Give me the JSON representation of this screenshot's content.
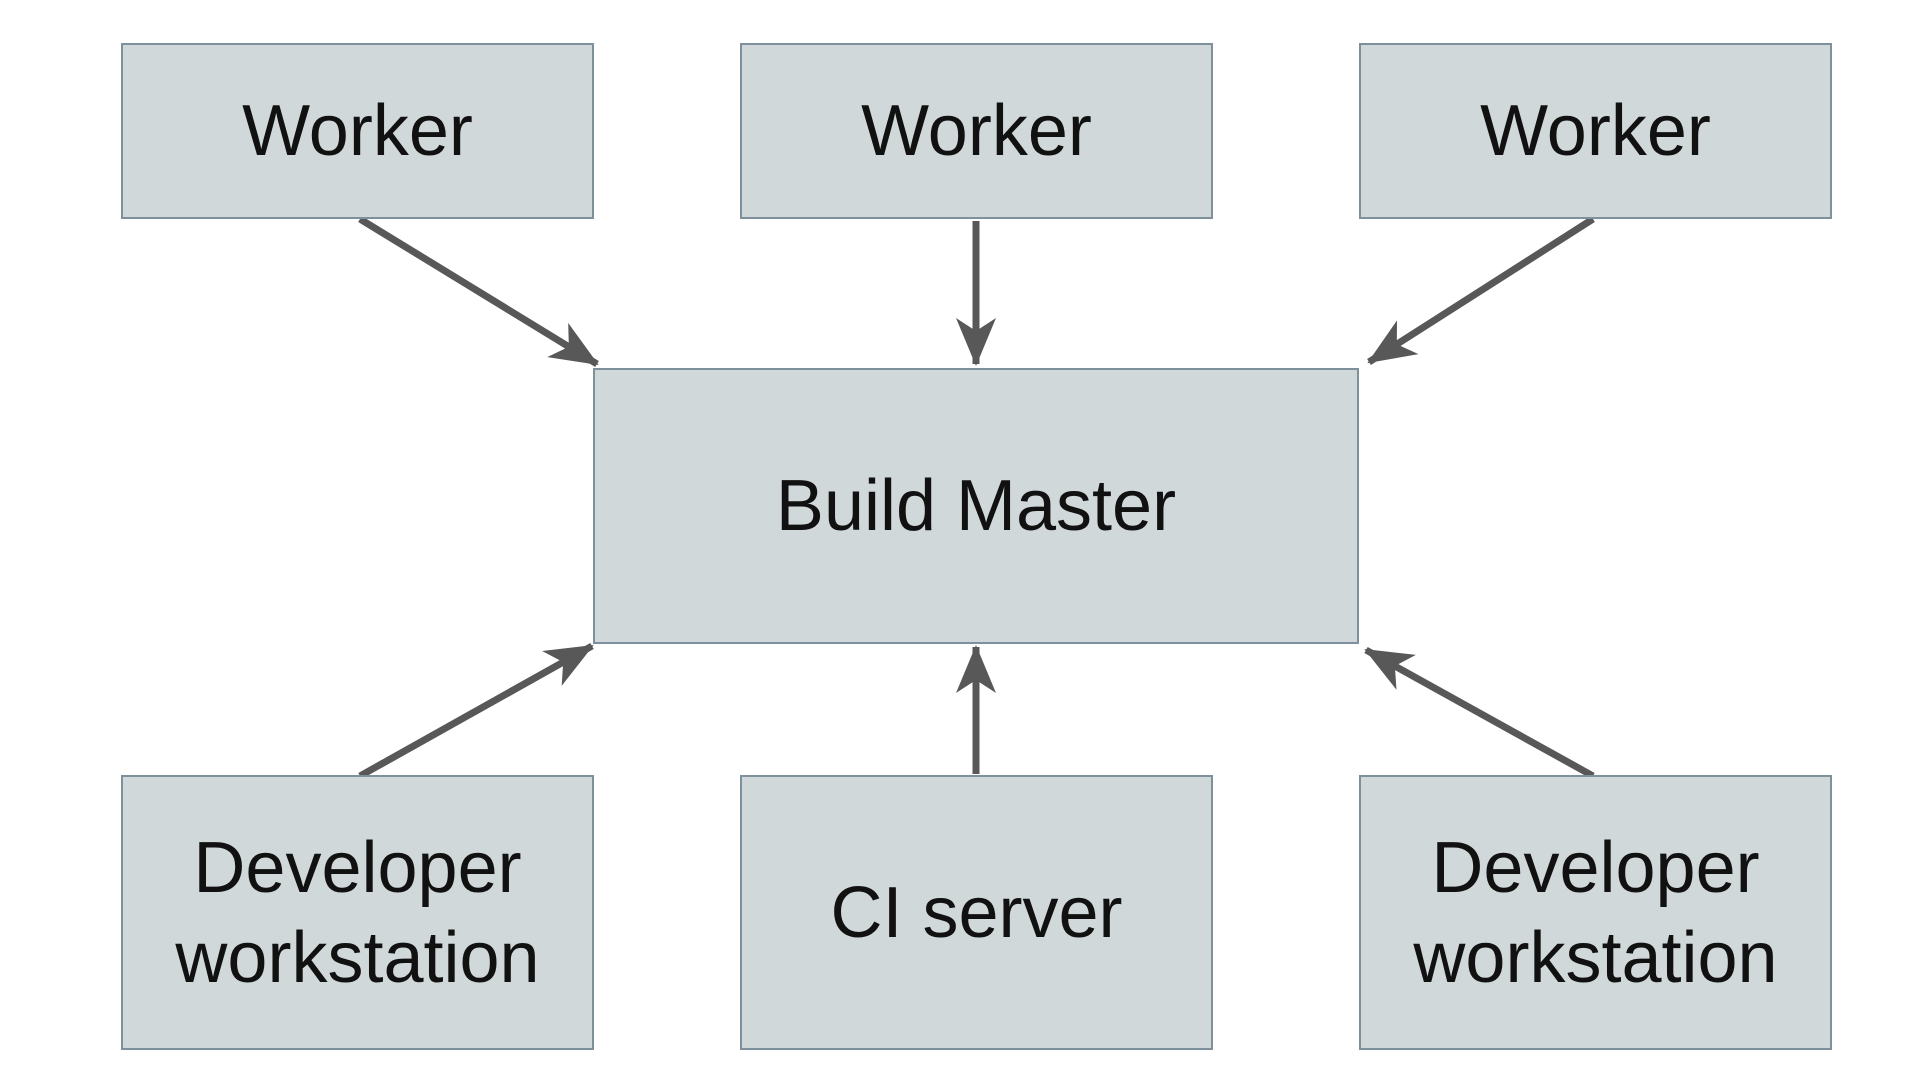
{
  "diagram": {
    "nodes": {
      "worker1": {
        "label": "Worker"
      },
      "worker2": {
        "label": "Worker"
      },
      "worker3": {
        "label": "Worker"
      },
      "build_master": {
        "label": "Build Master"
      },
      "dev_workstation1": {
        "label": "Developer workstation"
      },
      "ci_server": {
        "label": "CI server"
      },
      "dev_workstation2": {
        "label": "Developer workstation"
      }
    },
    "edges": [
      {
        "from": "worker1",
        "to": "build_master"
      },
      {
        "from": "worker2",
        "to": "build_master"
      },
      {
        "from": "worker3",
        "to": "build_master"
      },
      {
        "from": "dev_workstation1",
        "to": "build_master"
      },
      {
        "from": "ci_server",
        "to": "build_master"
      },
      {
        "from": "dev_workstation2",
        "to": "build_master"
      }
    ],
    "colors": {
      "background": "#ffffff",
      "node_fill": "#d0d8da",
      "node_border": "#7d909b",
      "arrow": "#585858",
      "text": "#111111"
    }
  }
}
